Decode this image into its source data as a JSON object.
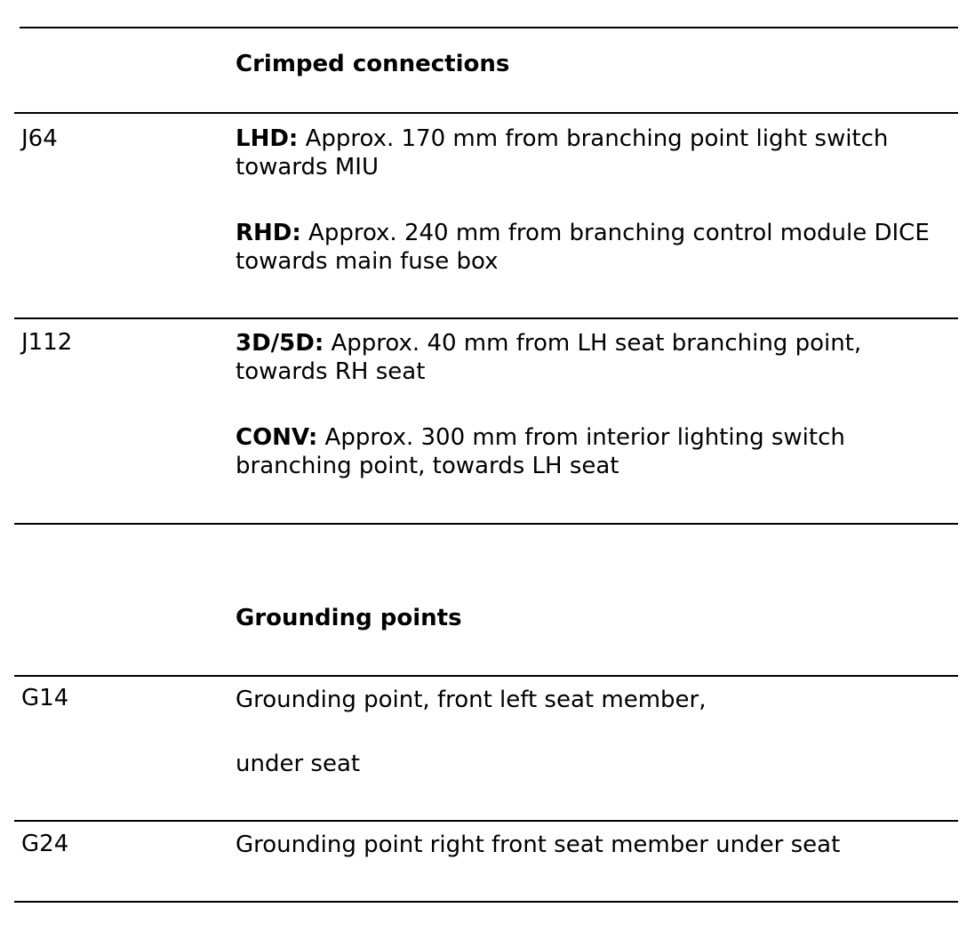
{
  "sections": {
    "crimped": {
      "heading": "Crimped connections",
      "rows": [
        {
          "code": "J64",
          "entries": [
            {
              "label": "LHD:",
              "text": " Approx. 170 mm from branching point light switch towards MIU"
            },
            {
              "label": "RHD:",
              "text": " Approx. 240 mm from branching control module DICE towards main fuse box"
            }
          ]
        },
        {
          "code": "J112",
          "entries": [
            {
              "label": "3D/5D:",
              "text": " Approx. 40 mm from LH seat branching point, towards RH seat"
            },
            {
              "label": "CONV:",
              "text": " Approx. 300 mm from interior lighting switch branching point, towards LH seat"
            }
          ]
        }
      ]
    },
    "grounding": {
      "heading": "Grounding points",
      "rows": [
        {
          "code": "G14",
          "lines": [
            "Grounding point, front left seat member,",
            "under seat"
          ]
        },
        {
          "code": "G24",
          "lines": [
            "Grounding point right front seat member under seat"
          ]
        }
      ]
    }
  }
}
